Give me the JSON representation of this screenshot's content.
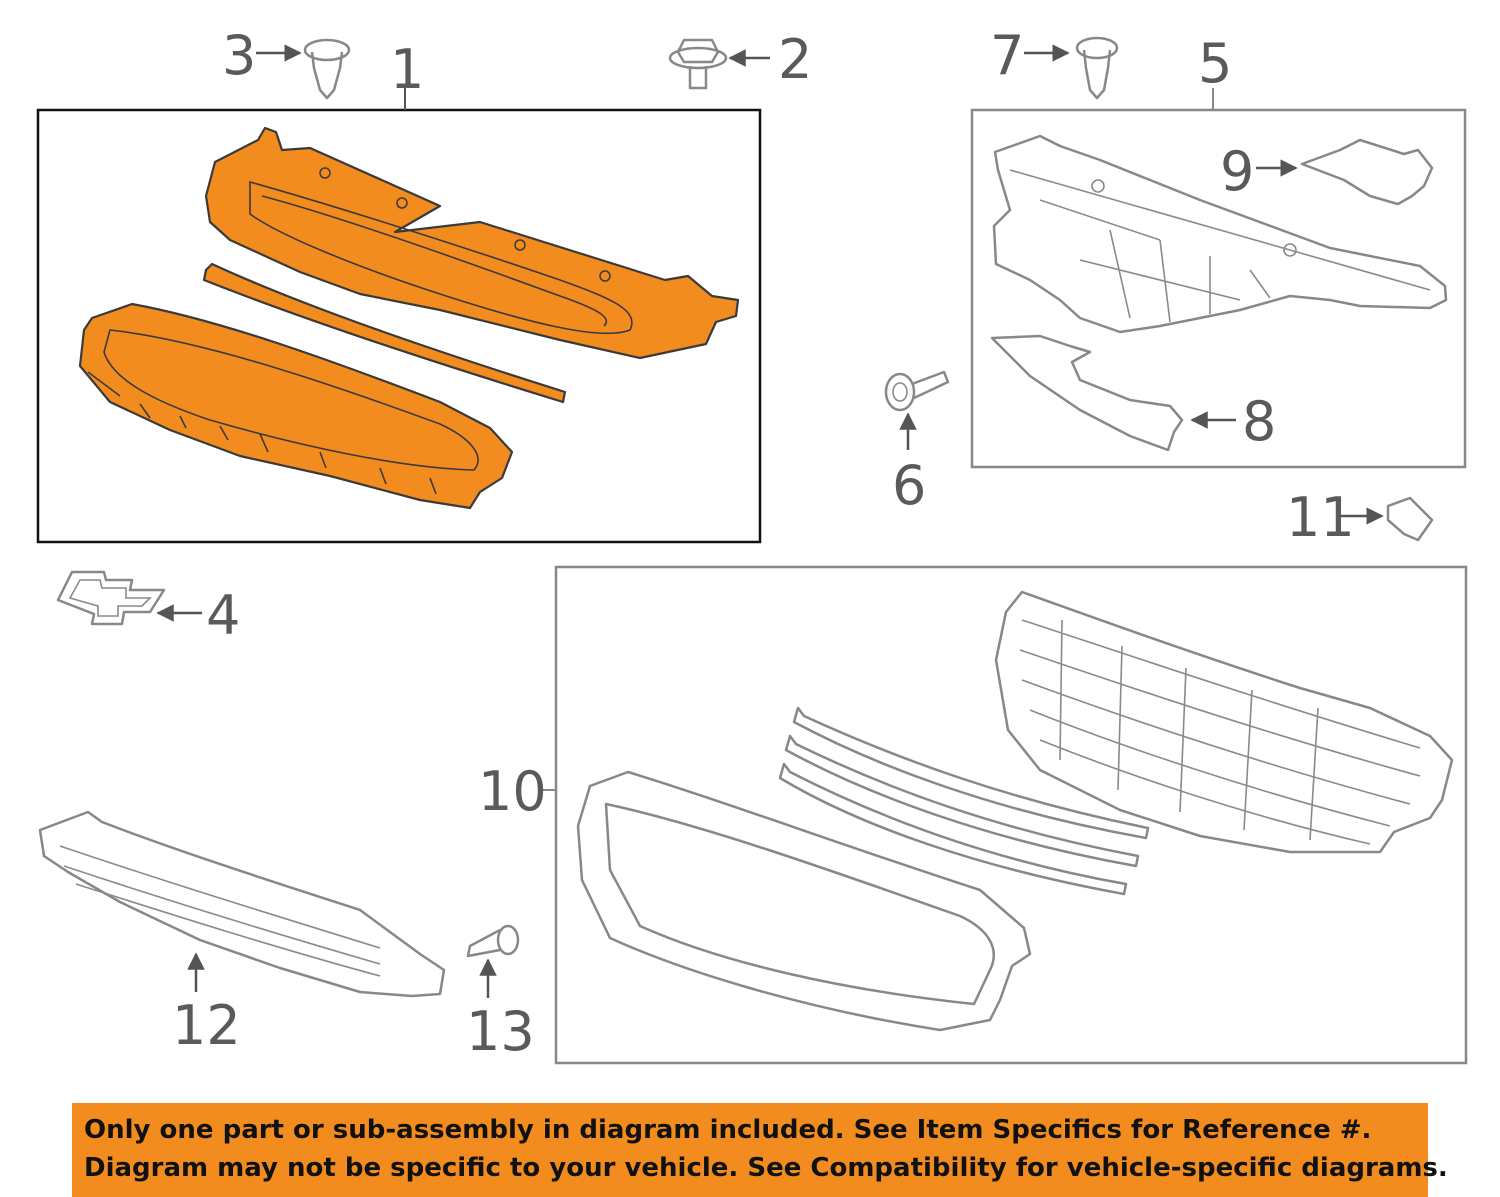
{
  "colors": {
    "highlight": "#f28c1e",
    "outline": "#888888",
    "banner": "#f28c1e",
    "callout_text": "#5a5a5a"
  },
  "callouts": {
    "c1": "1",
    "c2": "2",
    "c3": "3",
    "c4": "4",
    "c5": "5",
    "c6": "6",
    "c7": "7",
    "c8": "8",
    "c9": "9",
    "c10": "10",
    "c11": "11",
    "c12": "12",
    "c13": "13"
  },
  "highlighted_part": "1",
  "notice": {
    "line1": "Only one part or sub-assembly in diagram included. See Item Specifics for Reference #.",
    "line2": "Diagram may not be specific to your vehicle. See Compatibility for vehicle-specific diagrams."
  }
}
